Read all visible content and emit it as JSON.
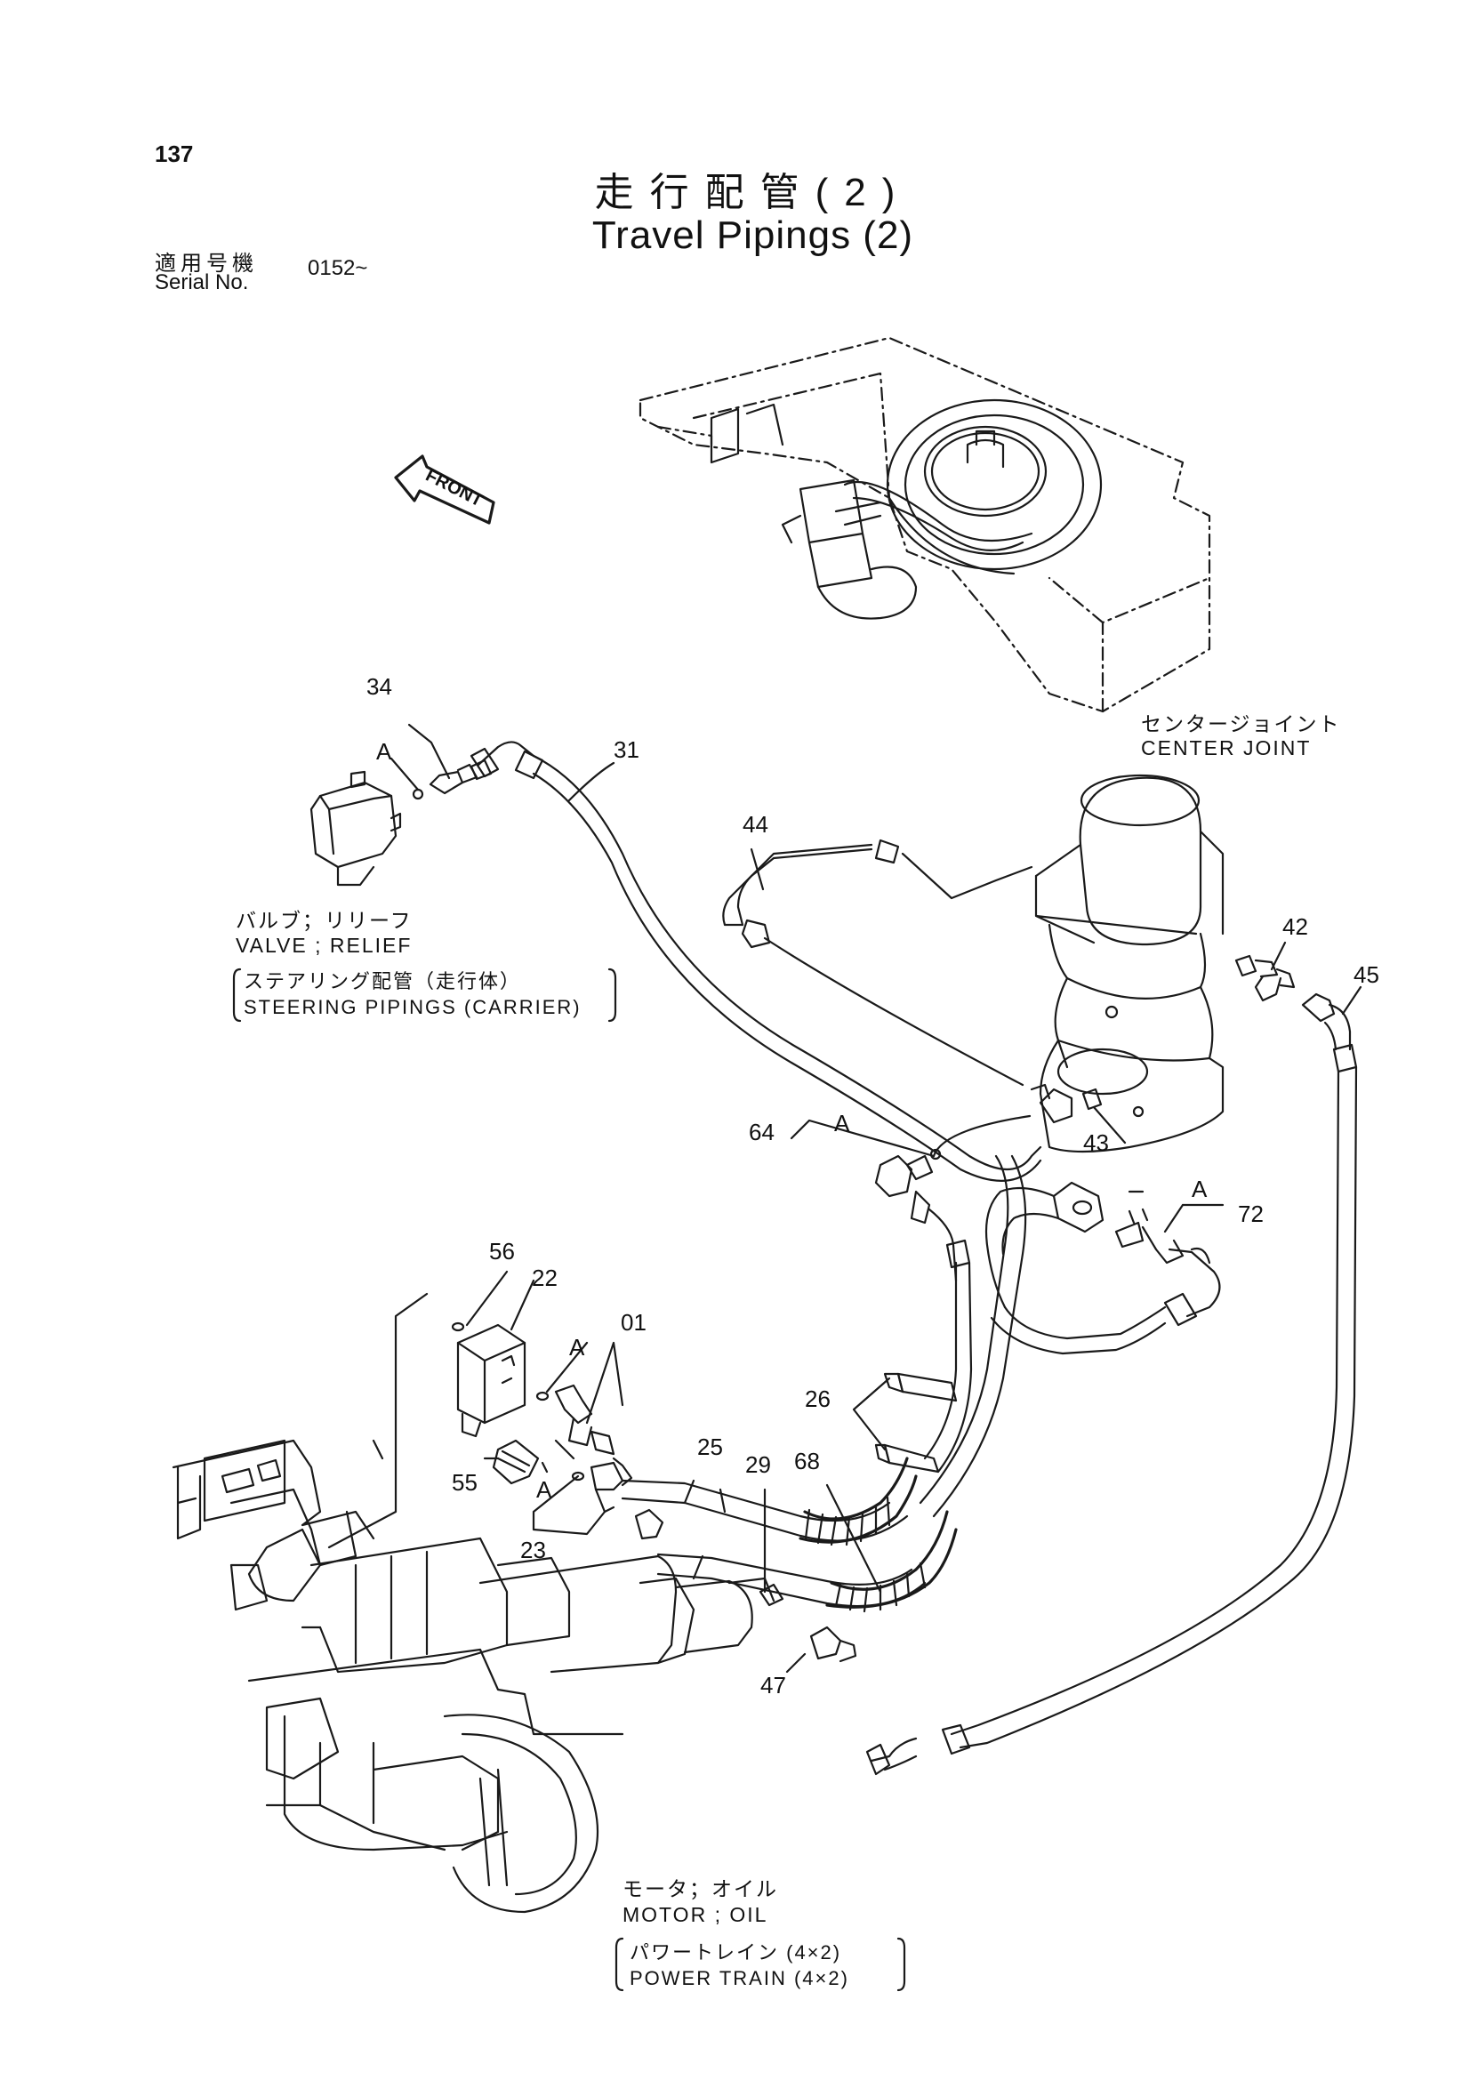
{
  "header": {
    "page_number": "137",
    "title_ja": "走行配管(2)",
    "title_en": "Travel Pipings (2)",
    "serial_label_ja": "適用号機",
    "serial_label_en": "Serial No.",
    "serial_value": "0152~"
  },
  "front_label": "FRONT",
  "labels": {
    "center_joint_ja": "センタージョイント",
    "center_joint_en": "CENTER JOINT",
    "valve_ja": "バルブ；リリーフ",
    "valve_en": "VALVE ; RELIEF",
    "steering_ja": "ステアリング配管（走行体）",
    "steering_en": "STEERING PIPINGS (CARRIER)",
    "motor_ja": "モータ；オイル",
    "motor_en": "MOTOR ; OIL",
    "power_ja": "パワートレイン (4×2)",
    "power_en": "POWER TRAIN (4×2)"
  },
  "callouts": {
    "p34": "34",
    "p31": "31",
    "p44": "44",
    "p42": "42",
    "p45": "45",
    "p64": "64",
    "p43": "43",
    "p72": "72",
    "p56": "56",
    "p22": "22",
    "p01": "01",
    "p26": "26",
    "p25": "25",
    "p29": "29",
    "p68": "68",
    "p55": "55",
    "p23": "23",
    "p47": "47"
  },
  "ref_marks": {
    "a1": "A",
    "a2": "A",
    "a3": "A",
    "a4": "A",
    "a5": "A"
  },
  "colors": {
    "ink": "#1a1a1a",
    "paper": "#ffffff"
  }
}
